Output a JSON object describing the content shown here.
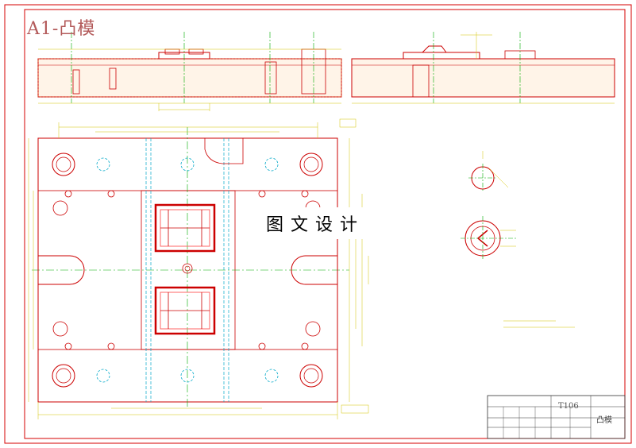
{
  "drawing": {
    "title": "A1-凸模",
    "watermark": "图文设计",
    "title_block": {
      "code": "T106",
      "part_name": "凸模"
    }
  },
  "colors": {
    "frame": "#d40000",
    "outline": "#cc0000",
    "centerline": "#00aa00",
    "dimension": "#d4c400",
    "hidden": "#00a8c8",
    "hatch": "#ff6666",
    "text": "#b35a5a"
  }
}
